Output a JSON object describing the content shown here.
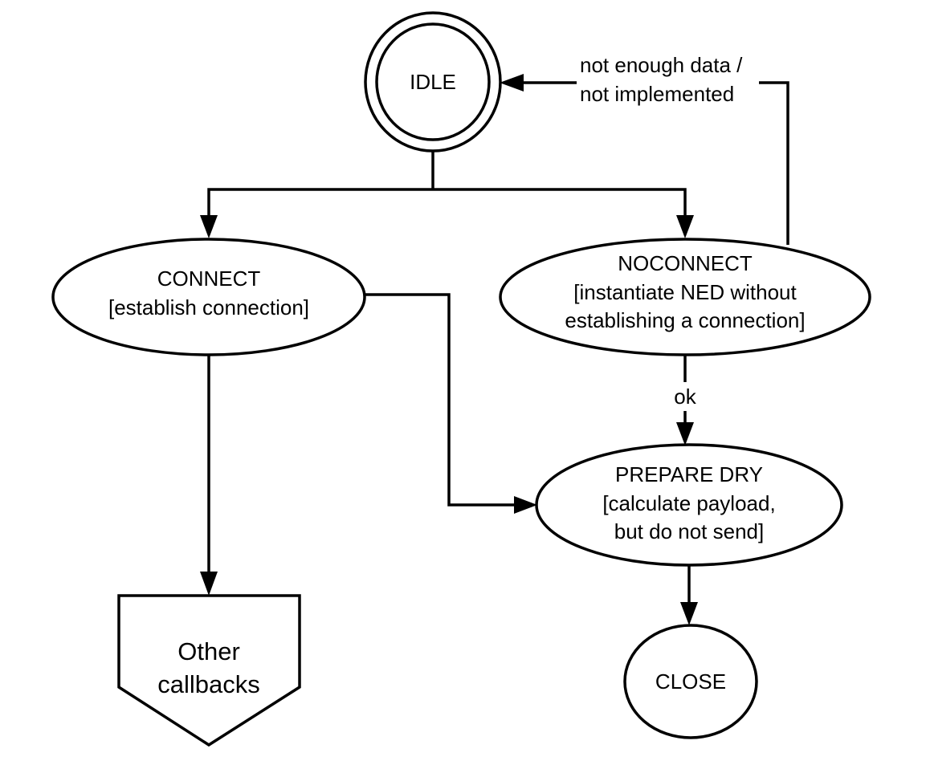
{
  "diagram": {
    "type": "state-machine",
    "nodes": {
      "idle": {
        "label": "IDLE",
        "shape": "double-ellipse"
      },
      "connect": {
        "line1": "CONNECT",
        "line2": "[establish connection]",
        "shape": "ellipse"
      },
      "noconnect": {
        "line1": "NOCONNECT",
        "line2": "[instantiate NED without",
        "line3": "establishing a connection]",
        "shape": "ellipse"
      },
      "prepare_dry": {
        "line1": "PREPARE DRY",
        "line2": "[calculate payload,",
        "line3": "but do not send]",
        "shape": "ellipse"
      },
      "close": {
        "label": "CLOSE",
        "shape": "circle"
      },
      "other_callbacks": {
        "line1": "Other",
        "line2": "callbacks",
        "shape": "off-page-connector"
      }
    },
    "edges": [
      {
        "from": "idle",
        "to": "connect",
        "label": ""
      },
      {
        "from": "idle",
        "to": "noconnect",
        "label": ""
      },
      {
        "from": "noconnect",
        "to": "idle",
        "label_line1": "not enough data /",
        "label_line2": "not implemented"
      },
      {
        "from": "noconnect",
        "to": "prepare_dry",
        "label": "ok"
      },
      {
        "from": "connect",
        "to": "prepare_dry",
        "label": ""
      },
      {
        "from": "connect",
        "to": "other_callbacks",
        "label": ""
      },
      {
        "from": "prepare_dry",
        "to": "close",
        "label": ""
      }
    ],
    "colors": {
      "stroke": "#000000",
      "fill": "#ffffff",
      "text": "#000000"
    }
  }
}
